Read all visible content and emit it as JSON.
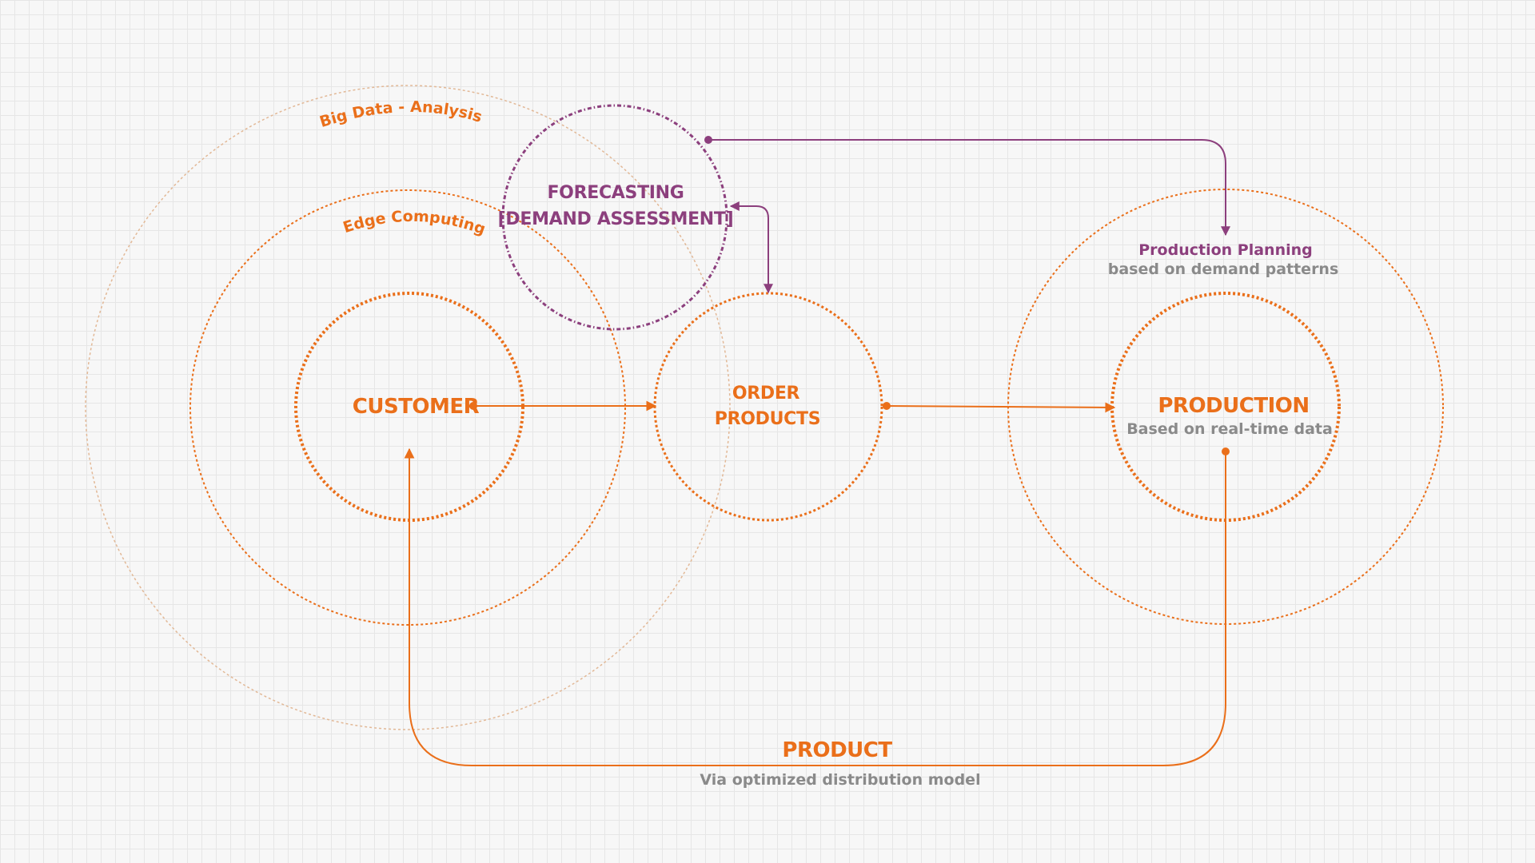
{
  "colors": {
    "orange": "#ea6f1a",
    "purple": "#8c3f7d",
    "gray": "#8a8a8a",
    "faint_ring": "#e2b896"
  },
  "diagram": {
    "rings": {
      "big_data": "Big Data - Analysis",
      "edge_computing": "Edge Computing"
    },
    "nodes": {
      "forecasting": {
        "line1": "FORECASTING",
        "line2": "[DEMAND ASSESSMENT]"
      },
      "customer": {
        "label": "CUSTOMER"
      },
      "order_products": {
        "line1": "ORDER",
        "line2": "PRODUCTS"
      },
      "production_planning": {
        "title": "Production Planning",
        "subtitle": "based on demand patterns"
      },
      "production": {
        "title": "PRODUCTION",
        "subtitle": "Based on real-time data"
      }
    },
    "flows": {
      "product": {
        "title": "PRODUCT",
        "subtitle": "Via optimized distribution model"
      }
    }
  }
}
